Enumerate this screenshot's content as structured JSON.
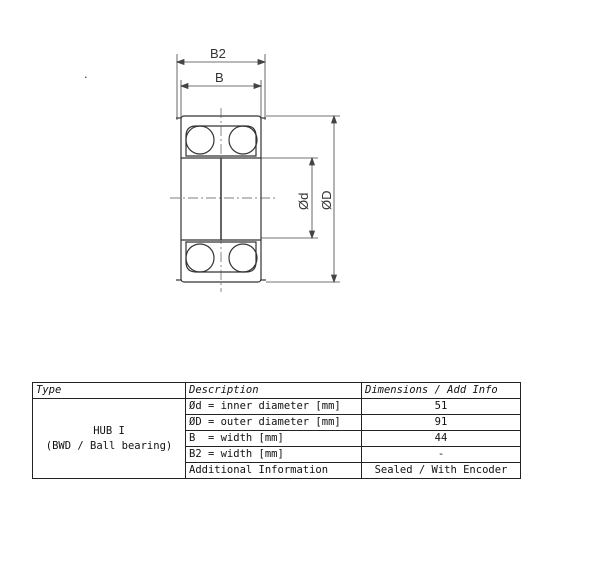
{
  "drawing": {
    "dot": ".",
    "labels": {
      "b2": "B2",
      "b": "B",
      "d_inner": "Ød",
      "d_outer": "ØD"
    }
  },
  "table": {
    "headers": [
      "Type",
      "Description",
      "Dimensions / Add Info"
    ],
    "type_name": "HUB I",
    "type_sub": "(BWD / Ball bearing)",
    "rows": [
      {
        "description": "Ød = inner diameter [mm]",
        "value": "51"
      },
      {
        "description": "ØD = outer diameter [mm]",
        "value": "91"
      },
      {
        "description": "B  = width [mm]",
        "value": "44"
      },
      {
        "description": "B2 = width [mm]",
        "value": "-"
      },
      {
        "description": "Additional Information",
        "value": "Sealed / With Encoder"
      }
    ]
  }
}
